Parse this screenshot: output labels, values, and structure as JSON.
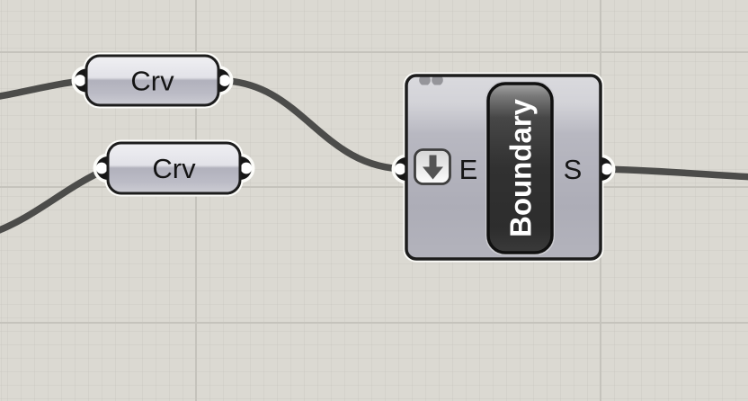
{
  "app": {
    "name": "Grasshopper node canvas"
  },
  "colors": {
    "canvas_bg": "#dbd9d2",
    "grid_line": "#c5c3bc",
    "wire": "#4c4c4a",
    "component_border": "#1c1c1c",
    "halo": "#fcfcf9",
    "name_plate": "#313131",
    "plate_text": "#ffffff",
    "label_text": "#141414"
  },
  "components": {
    "crv_top": {
      "label": "Crv",
      "type": "curve-parameter"
    },
    "crv_bottom": {
      "label": "Crv",
      "type": "curve-parameter"
    },
    "boundary": {
      "label": "Boundary",
      "input": {
        "label": "E",
        "modifier_icon": "flatten-down-arrow-icon"
      },
      "output": {
        "label": "S"
      }
    }
  },
  "wires": [
    "offscreen-left-to-crv-top-input",
    "crv-top-output-to-boundary-input",
    "offscreen-bottom-left-to-crv-bottom-input",
    "boundary-output-to-offscreen-right"
  ]
}
